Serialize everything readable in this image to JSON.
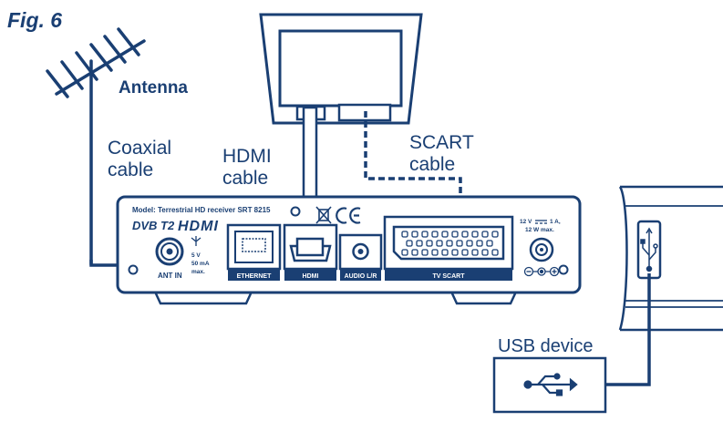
{
  "figure": {
    "label": "Fig. 6"
  },
  "labels": {
    "antenna": "Antenna",
    "coaxial_line1": "Coaxial",
    "coaxial_line2": "cable",
    "hdmi_line1": "HDMI",
    "hdmi_line2": "cable",
    "scart_line1": "SCART",
    "scart_line2": "cable",
    "usb_device": "USB device"
  },
  "receiver": {
    "model": "Model: Terrestrial HD receiver SRT 8215",
    "dvb_logo": "DVB T2",
    "hdmi_logo": "HDMI",
    "power_text_1": "5 V",
    "power_text_2": "50 mA",
    "power_text_3": "max.",
    "dc_text_1": "12 V",
    "dc_text_2": "1 A,",
    "dc_text_3": "12 W max.",
    "ports": {
      "ant_in": "ANT IN",
      "ethernet": "ETHERNET",
      "hdmi": "HDMI",
      "audio": "AUDIO L/R",
      "scart": "TV SCART"
    }
  },
  "colors": {
    "line": "#1a3f73",
    "background": "#ffffff"
  },
  "icons": [
    "antenna-icon",
    "tv-icon",
    "receiver-icon",
    "usb-icon",
    "ce-mark-icon",
    "weee-bin-icon"
  ]
}
